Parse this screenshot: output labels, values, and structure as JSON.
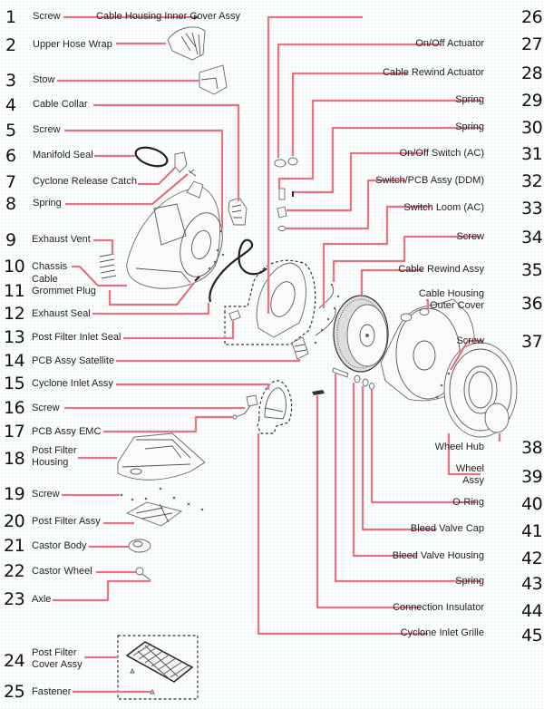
{
  "diagram": {
    "type": "exploded-parts-diagram",
    "left_parts": [
      {
        "number": "1",
        "name": "Screw"
      },
      {
        "number": "2",
        "name": "Upper Hose Wrap"
      },
      {
        "number": "3",
        "name": "Stow"
      },
      {
        "number": "4",
        "name": "Cable Collar"
      },
      {
        "number": "5",
        "name": "Screw"
      },
      {
        "number": "6",
        "name": "Manifold Seal"
      },
      {
        "number": "7",
        "name": "Cyclone Release Catch"
      },
      {
        "number": "8",
        "name": "Spring"
      },
      {
        "number": "9",
        "name": "Exhaust Vent"
      },
      {
        "number": "10",
        "name": "Chassis"
      },
      {
        "number": "11",
        "name": "Cable Grommet Plug",
        "line1": "Cable",
        "line2": "Grommet Plug"
      },
      {
        "number": "12",
        "name": "Exhaust Seal"
      },
      {
        "number": "13",
        "name": "Post Filter Inlet Seal"
      },
      {
        "number": "14",
        "name": "PCB Assy Satellite"
      },
      {
        "number": "15",
        "name": "Cyclone Inlet Assy"
      },
      {
        "number": "16",
        "name": "Screw"
      },
      {
        "number": "17",
        "name": "PCB Assy EMC"
      },
      {
        "number": "18",
        "name": "Post Filter Housing",
        "line1": "Post Filter",
        "line2": "Housing"
      },
      {
        "number": "19",
        "name": "Screw"
      },
      {
        "number": "20",
        "name": "Post Filter Assy"
      },
      {
        "number": "21",
        "name": "Castor Body"
      },
      {
        "number": "22",
        "name": "Castor Wheel"
      },
      {
        "number": "23",
        "name": "Axle"
      },
      {
        "number": "24",
        "name": "Post Filter Cover Assy",
        "line1": "Post Filter",
        "line2": "Cover Assy"
      },
      {
        "number": "25",
        "name": "Fastener"
      }
    ],
    "right_parts": [
      {
        "number": "26",
        "name": "Cable Housing Inner Cover Assy"
      },
      {
        "number": "27",
        "name": "On/Off Actuator"
      },
      {
        "number": "28",
        "name": "Cable Rewind Actuator"
      },
      {
        "number": "29",
        "name": "Spring"
      },
      {
        "number": "30",
        "name": "Spring"
      },
      {
        "number": "31",
        "name": "On/Off Switch (AC)"
      },
      {
        "number": "32",
        "name": "Switch/PCB Assy (DDM)"
      },
      {
        "number": "33",
        "name": "Switch Loom (AC)"
      },
      {
        "number": "34",
        "name": "Screw"
      },
      {
        "number": "35",
        "name": "Cable Rewind Assy"
      },
      {
        "number": "36",
        "name": "Cable Housing Outer Cover",
        "line1": "Cable Housing",
        "line2": "Outer Cover"
      },
      {
        "number": "37",
        "name": "Screw"
      },
      {
        "number": "38",
        "name": "Wheel Hub"
      },
      {
        "number": "39",
        "name": "Wheel Assy",
        "line1": "Wheel",
        "line2": "Assy"
      },
      {
        "number": "40",
        "name": "O-Ring"
      },
      {
        "number": "41",
        "name": "Bleed Valve Cap"
      },
      {
        "number": "42",
        "name": "Bleed Valve Housing"
      },
      {
        "number": "43",
        "name": "Spring"
      },
      {
        "number": "44",
        "name": "Connection Insulator"
      },
      {
        "number": "45",
        "name": "Cyclone Inlet Grille"
      }
    ],
    "colors": {
      "leader_line": "#e14a5c",
      "text": "#222222",
      "part_outline": "#666666"
    }
  }
}
